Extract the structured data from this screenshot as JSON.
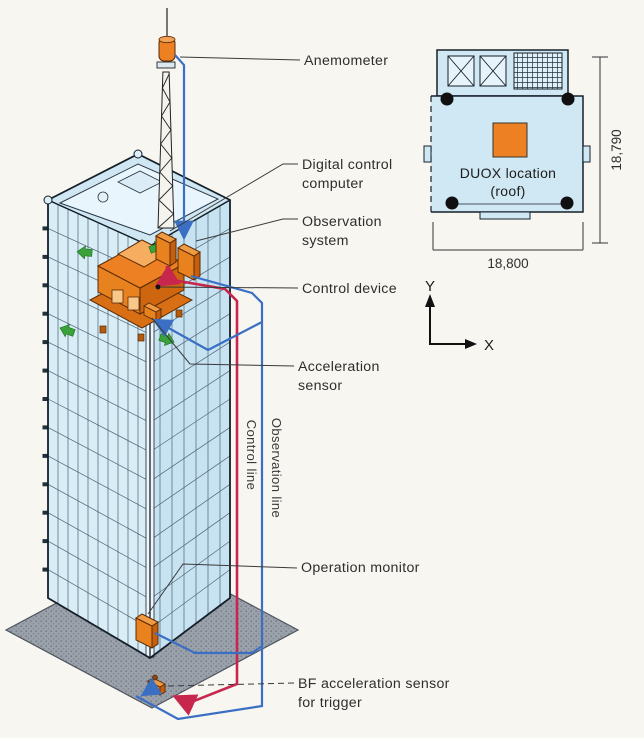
{
  "diagram": {
    "component_labels": {
      "anemometer": "Anemometer",
      "digital_control_computer": {
        "line1": "Digital control",
        "line2": "computer"
      },
      "observation_system": {
        "line1": "Observation",
        "line2": "system"
      },
      "control_device": "Control device",
      "acceleration_sensor": {
        "line1": "Acceleration",
        "line2": "sensor"
      },
      "operation_monitor": "Operation monitor",
      "bf_acceleration_sensor": {
        "line1": "BF acceleration sensor",
        "line2": "for trigger"
      }
    },
    "signal_lines": {
      "control_line": "Control line",
      "observation_line": "Observation line"
    },
    "axis_indicator": {
      "x": "X",
      "y": "Y"
    },
    "roof_plan": {
      "location_label": {
        "line1": "DUOX location",
        "line2": "(roof)"
      },
      "depth_dimension": "18,790",
      "width_dimension": "18,800"
    },
    "colors": {
      "building_fill": "#cfe7f3",
      "equipment_orange": "#ed8022",
      "control_line_red": "#c8274d",
      "observation_line_blue": "#3a6fc4",
      "motion_arrow_green": "#3aa23a",
      "ground_gray": "#9aa1ab"
    }
  }
}
